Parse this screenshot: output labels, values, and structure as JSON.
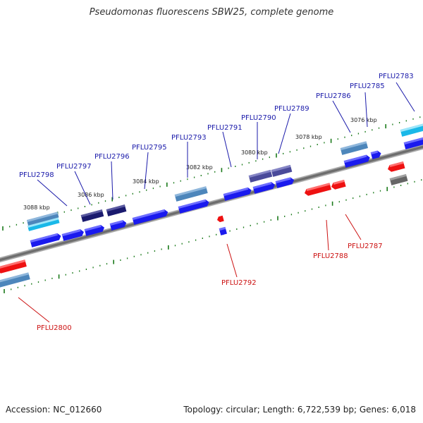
{
  "title": "Pseudomonas fluorescens SBW25, complete genome",
  "footer": {
    "accession": "Accession: NC_012660",
    "stats": "Topology: circular; Length: 6,722,539 bp; Genes: 6,018"
  },
  "colors": {
    "backbone": "#777777",
    "tick": "#1a7a1a",
    "label_forward": "#1a1aaa",
    "label_reverse": "#cc1111",
    "gene_blue": "#1a1aee",
    "gene_navy": "#1a1a6e",
    "gene_slate": "#4a4a9a",
    "gene_steel": "#4d86bb",
    "gene_cyan": "#19b8e8",
    "gene_red": "#ee1111",
    "gene_gray": "#666666"
  },
  "kbp_labels": [
    "3088 kbp",
    "3086 kbp",
    "3084 kbp",
    "3082 kbp",
    "3080 kbp",
    "3078 kbp",
    "3076 kbp"
  ],
  "gene_labels_forward": [
    "PFLU2798",
    "PFLU2797",
    "PFLU2796",
    "PFLU2795",
    "PFLU2793",
    "PFLU2791",
    "PFLU2790",
    "PFLU2789",
    "PFLU2786",
    "PFLU2785",
    "PFLU2783"
  ],
  "gene_labels_reverse": [
    "PFLU2792",
    "PFLU2788",
    "PFLU2787",
    "PFLU2800"
  ]
}
